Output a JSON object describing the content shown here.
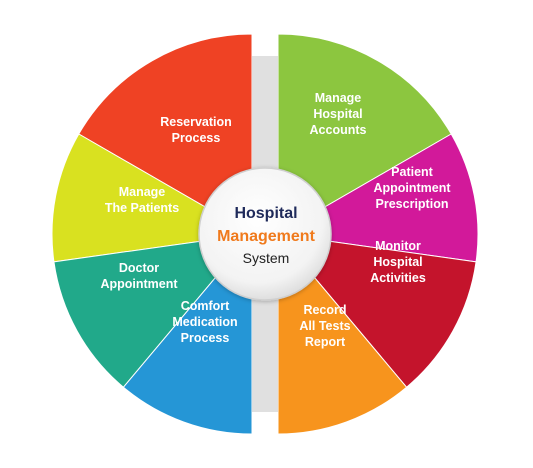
{
  "center": {
    "line1": "Hospital",
    "line2": "Management",
    "line3": "System"
  },
  "colors": {
    "title_navy": "#1f2a5a",
    "title_orange": "#f07a1c",
    "subtitle": "#222222",
    "divider": "#e0e0e0"
  },
  "segments": [
    {
      "lines": [
        "Reservation",
        "Process"
      ],
      "color": "#ef4224"
    },
    {
      "lines": [
        "Manage",
        "The Patients"
      ],
      "color": "#d9e120"
    },
    {
      "lines": [
        "Doctor",
        "Appointment"
      ],
      "color": "#21a98a"
    },
    {
      "lines": [
        "Comfort",
        "Medication",
        "Process"
      ],
      "color": "#2596d6"
    },
    {
      "lines": [
        "Manage",
        "Hospital",
        "Accounts"
      ],
      "color": "#8cc63f"
    },
    {
      "lines": [
        "Patient",
        "Appointment",
        "Prescription"
      ],
      "color": "#d2199a"
    },
    {
      "lines": [
        "Monitor",
        "Hospital",
        "Activities"
      ],
      "color": "#c4142c"
    },
    {
      "lines": [
        "Record",
        "All Tests",
        "Report"
      ],
      "color": "#f7941d"
    }
  ]
}
